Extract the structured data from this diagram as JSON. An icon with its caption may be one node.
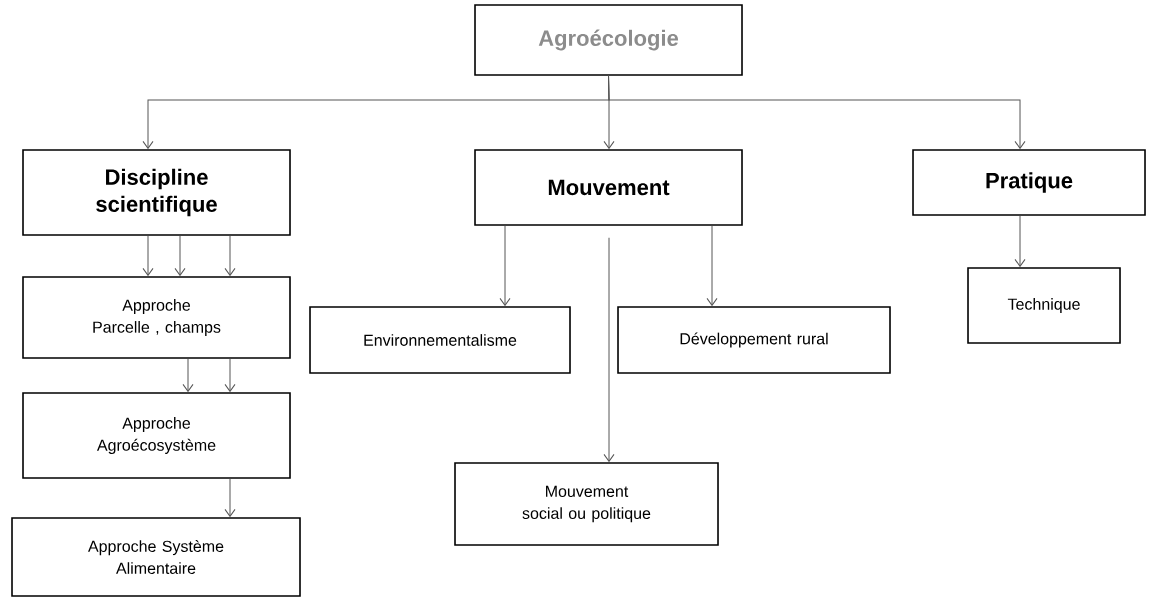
{
  "diagram": {
    "nodes": [
      {
        "text": [
          "Agroécologie"
        ]
      },
      {
        "text": [
          "Discipline scientifique"
        ]
      },
      {
        "text": [
          "Mouvement"
        ]
      },
      {
        "text": [
          "Pratique"
        ]
      },
      {
        "text": [
          "Approche Parcelle , champs"
        ]
      },
      {
        "text": [
          "Approche Agroécosystème"
        ]
      },
      {
        "text": [
          "Approche Système Alimentaire"
        ]
      },
      {
        "text": [
          "Environnementalisme"
        ]
      },
      {
        "text": [
          "Développement rural"
        ]
      },
      {
        "text": [
          "Mouvement social ou politique"
        ]
      },
      {
        "text": [
          "Technique"
        ]
      }
    ],
    "edges": [
      {
        "from": 0,
        "to": 1,
        "arrow": "to"
      },
      {
        "from": 0,
        "to": 2,
        "arrow": "to"
      },
      {
        "from": 0,
        "to": 3,
        "arrow": "to"
      },
      {
        "from": 1,
        "to": 4,
        "arrow": "to"
      },
      {
        "from": 1,
        "to": 4,
        "arrow": "to"
      },
      {
        "from": 1,
        "to": 4,
        "arrow": "to"
      },
      {
        "from": 4,
        "to": 5,
        "arrow": "to"
      },
      {
        "from": 4,
        "to": 5,
        "arrow": "to"
      },
      {
        "from": 5,
        "to": 6,
        "arrow": "to"
      },
      {
        "from": 2,
        "to": 7,
        "arrow": "to"
      },
      {
        "from": 2,
        "to": 8,
        "arrow": "to"
      },
      {
        "from": 2,
        "to": 9,
        "arrow": "to"
      },
      {
        "from": 3,
        "to": 10,
        "arrow": "to"
      }
    ]
  }
}
